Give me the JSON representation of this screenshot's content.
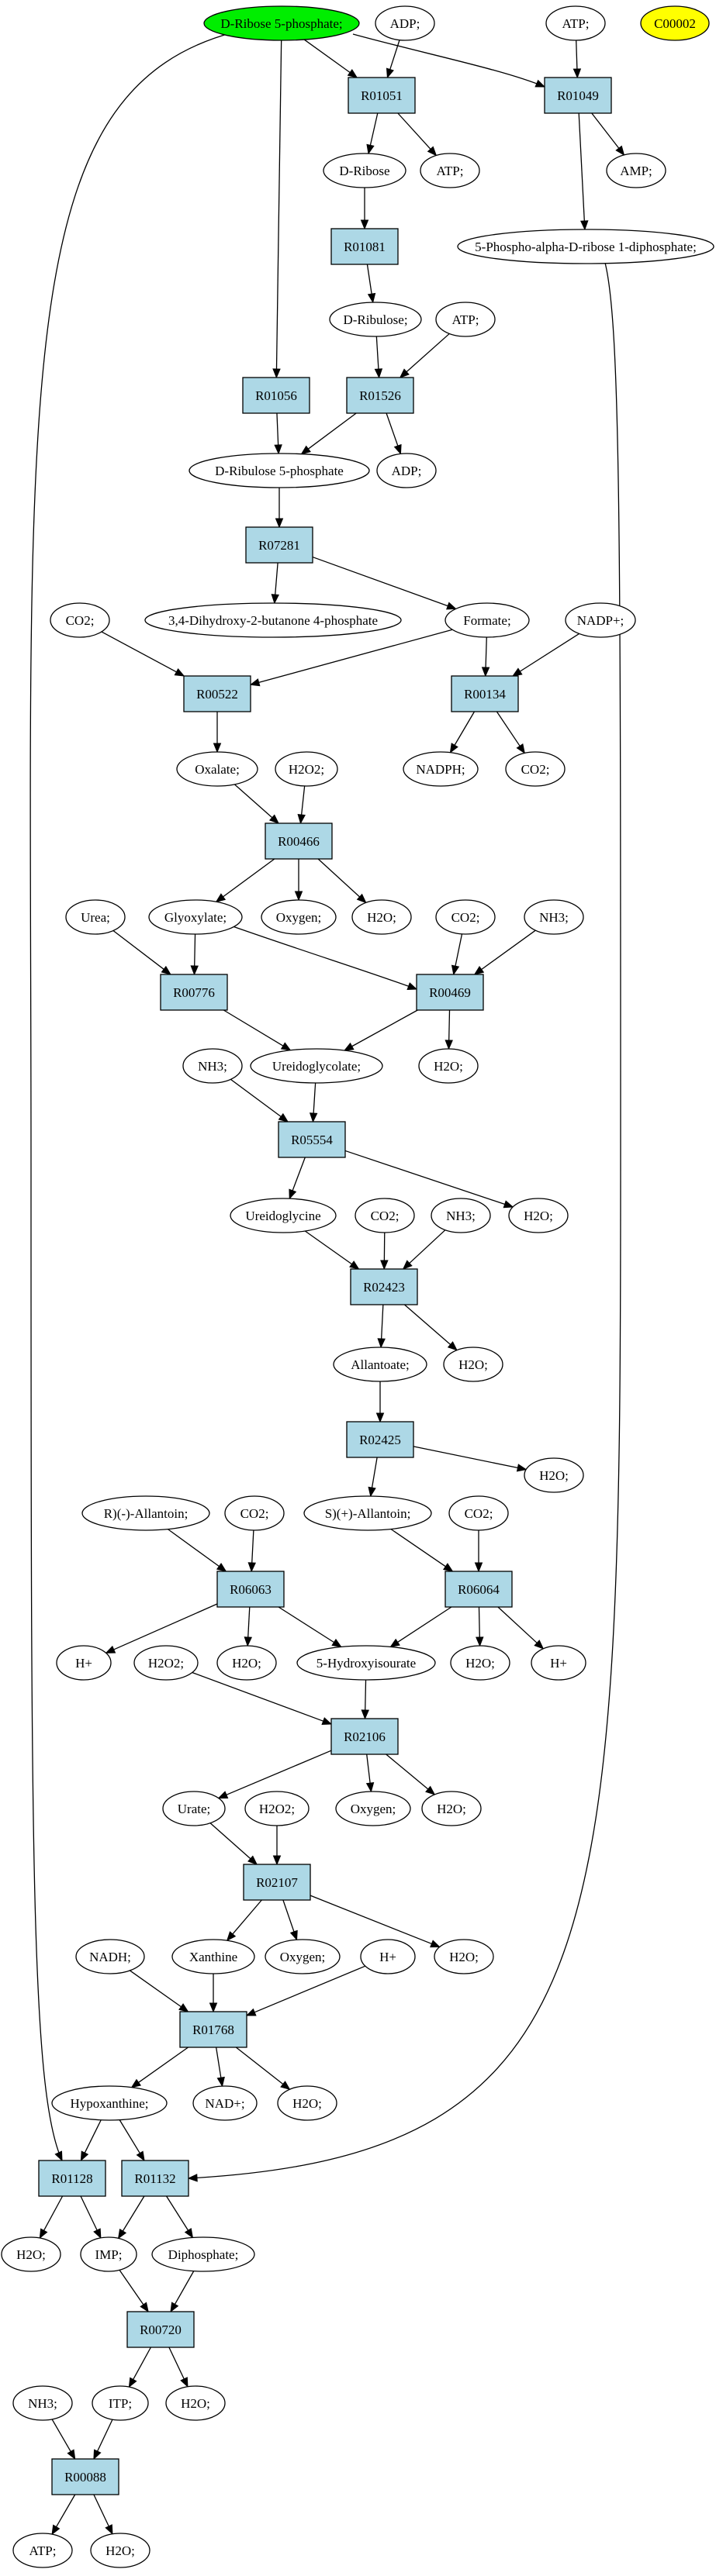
{
  "colors": {
    "reaction_fill": "#ADD8E6",
    "compound_fill": "#FFFFFF",
    "highlight_green": "#00EE00",
    "highlight_yellow": "#FFFF00",
    "edge": "#000000"
  },
  "nodes": [
    {
      "id": "c_ribose5p",
      "kind": "compound",
      "label": "D-Ribose 5-phosphate;",
      "fill": "green"
    },
    {
      "id": "c_adp1",
      "kind": "compound",
      "label": "ADP;"
    },
    {
      "id": "c_atp_top",
      "kind": "compound",
      "label": "ATP;"
    },
    {
      "id": "c_c00002",
      "kind": "compound",
      "label": "C00002",
      "fill": "yellow"
    },
    {
      "id": "r_R01051",
      "kind": "reaction",
      "label": "R01051"
    },
    {
      "id": "r_R01049",
      "kind": "reaction",
      "label": "R01049"
    },
    {
      "id": "c_dribose",
      "kind": "compound",
      "label": "D-Ribose"
    },
    {
      "id": "c_atp2",
      "kind": "compound",
      "label": "ATP;"
    },
    {
      "id": "c_amp",
      "kind": "compound",
      "label": "AMP;"
    },
    {
      "id": "r_R01081",
      "kind": "reaction",
      "label": "R01081"
    },
    {
      "id": "c_prpp",
      "kind": "compound",
      "label": "5-Phospho-alpha-D-ribose 1-diphosphate;"
    },
    {
      "id": "c_dribulose",
      "kind": "compound",
      "label": "D-Ribulose;"
    },
    {
      "id": "c_atp3",
      "kind": "compound",
      "label": "ATP;"
    },
    {
      "id": "r_R01056",
      "kind": "reaction",
      "label": "R01056"
    },
    {
      "id": "r_R01526",
      "kind": "reaction",
      "label": "R01526"
    },
    {
      "id": "c_ribulose5p",
      "kind": "compound",
      "label": "D-Ribulose 5-phosphate"
    },
    {
      "id": "c_adp2",
      "kind": "compound",
      "label": "ADP;"
    },
    {
      "id": "r_R07281",
      "kind": "reaction",
      "label": "R07281"
    },
    {
      "id": "c_co2_1",
      "kind": "compound",
      "label": "CO2;"
    },
    {
      "id": "c_dhbp",
      "kind": "compound",
      "label": "3,4-Dihydroxy-2-butanone 4-phosphate"
    },
    {
      "id": "c_formate",
      "kind": "compound",
      "label": "Formate;"
    },
    {
      "id": "c_nadp",
      "kind": "compound",
      "label": "NADP+;"
    },
    {
      "id": "r_R00522",
      "kind": "reaction",
      "label": "R00522"
    },
    {
      "id": "r_R00134",
      "kind": "reaction",
      "label": "R00134"
    },
    {
      "id": "c_oxalate",
      "kind": "compound",
      "label": "Oxalate;"
    },
    {
      "id": "c_h2o2_1",
      "kind": "compound",
      "label": "H2O2;"
    },
    {
      "id": "c_nadph",
      "kind": "compound",
      "label": "NADPH;"
    },
    {
      "id": "c_co2_2",
      "kind": "compound",
      "label": "CO2;"
    },
    {
      "id": "r_R00466",
      "kind": "reaction",
      "label": "R00466"
    },
    {
      "id": "c_urea",
      "kind": "compound",
      "label": "Urea;"
    },
    {
      "id": "c_glyoxylate",
      "kind": "compound",
      "label": "Glyoxylate;"
    },
    {
      "id": "c_oxygen1",
      "kind": "compound",
      "label": "Oxygen;"
    },
    {
      "id": "c_h2o_1",
      "kind": "compound",
      "label": "H2O;"
    },
    {
      "id": "c_co2_3",
      "kind": "compound",
      "label": "CO2;"
    },
    {
      "id": "c_nh3_1",
      "kind": "compound",
      "label": "NH3;"
    },
    {
      "id": "r_R00776",
      "kind": "reaction",
      "label": "R00776"
    },
    {
      "id": "r_R00469",
      "kind": "reaction",
      "label": "R00469"
    },
    {
      "id": "c_nh3_2",
      "kind": "compound",
      "label": "NH3;"
    },
    {
      "id": "c_ureidoglycolate",
      "kind": "compound",
      "label": "Ureidoglycolate;"
    },
    {
      "id": "c_h2o_2",
      "kind": "compound",
      "label": "H2O;"
    },
    {
      "id": "r_R05554",
      "kind": "reaction",
      "label": "R05554"
    },
    {
      "id": "c_ureidoglycine",
      "kind": "compound",
      "label": "Ureidoglycine"
    },
    {
      "id": "c_co2_4",
      "kind": "compound",
      "label": "CO2;"
    },
    {
      "id": "c_nh3_3",
      "kind": "compound",
      "label": "NH3;"
    },
    {
      "id": "c_h2o_3",
      "kind": "compound",
      "label": "H2O;"
    },
    {
      "id": "r_R02423",
      "kind": "reaction",
      "label": "R02423"
    },
    {
      "id": "c_allantoate",
      "kind": "compound",
      "label": "Allantoate;"
    },
    {
      "id": "c_h2o_4",
      "kind": "compound",
      "label": "H2O;"
    },
    {
      "id": "r_R02425",
      "kind": "reaction",
      "label": "R02425"
    },
    {
      "id": "c_r_allantoin",
      "kind": "compound",
      "label": "R)(-)-Allantoin;"
    },
    {
      "id": "c_co2_5",
      "kind": "compound",
      "label": "CO2;"
    },
    {
      "id": "c_s_allantoin",
      "kind": "compound",
      "label": "S)(+)-Allantoin;"
    },
    {
      "id": "c_co2_6",
      "kind": "compound",
      "label": "CO2;"
    },
    {
      "id": "c_h2o_5",
      "kind": "compound",
      "label": "H2O;"
    },
    {
      "id": "r_R06063",
      "kind": "reaction",
      "label": "R06063"
    },
    {
      "id": "r_R06064",
      "kind": "reaction",
      "label": "R06064"
    },
    {
      "id": "c_h_1",
      "kind": "compound",
      "label": "H+"
    },
    {
      "id": "c_h2o2_2",
      "kind": "compound",
      "label": "H2O2;"
    },
    {
      "id": "c_h2o_6",
      "kind": "compound",
      "label": "H2O;"
    },
    {
      "id": "c_hydroxyisourate",
      "kind": "compound",
      "label": "5-Hydroxyisourate"
    },
    {
      "id": "c_h2o_7",
      "kind": "compound",
      "label": "H2O;"
    },
    {
      "id": "c_h_2",
      "kind": "compound",
      "label": "H+"
    },
    {
      "id": "r_R02106",
      "kind": "reaction",
      "label": "R02106"
    },
    {
      "id": "c_urate",
      "kind": "compound",
      "label": "Urate;"
    },
    {
      "id": "c_h2o2_3",
      "kind": "compound",
      "label": "H2O2;"
    },
    {
      "id": "c_oxygen2",
      "kind": "compound",
      "label": "Oxygen;"
    },
    {
      "id": "c_h2o_8",
      "kind": "compound",
      "label": "H2O;"
    },
    {
      "id": "r_R02107",
      "kind": "reaction",
      "label": "R02107"
    },
    {
      "id": "c_nadh",
      "kind": "compound",
      "label": "NADH;"
    },
    {
      "id": "c_xanthine",
      "kind": "compound",
      "label": "Xanthine"
    },
    {
      "id": "c_oxygen3",
      "kind": "compound",
      "label": "Oxygen;"
    },
    {
      "id": "c_h_3",
      "kind": "compound",
      "label": "H+"
    },
    {
      "id": "c_h2o_9",
      "kind": "compound",
      "label": "H2O;"
    },
    {
      "id": "r_R01768",
      "kind": "reaction",
      "label": "R01768"
    },
    {
      "id": "c_hypoxanthine",
      "kind": "compound",
      "label": "Hypoxanthine;"
    },
    {
      "id": "c_nad",
      "kind": "compound",
      "label": "NAD+;"
    },
    {
      "id": "c_h2o_10",
      "kind": "compound",
      "label": "H2O;"
    },
    {
      "id": "r_R01128",
      "kind": "reaction",
      "label": "R01128"
    },
    {
      "id": "r_R01132",
      "kind": "reaction",
      "label": "R01132"
    },
    {
      "id": "c_h2o_11",
      "kind": "compound",
      "label": "H2O;"
    },
    {
      "id": "c_imp",
      "kind": "compound",
      "label": "IMP;"
    },
    {
      "id": "c_diphosphate",
      "kind": "compound",
      "label": "Diphosphate;"
    },
    {
      "id": "r_R00720",
      "kind": "reaction",
      "label": "R00720"
    },
    {
      "id": "c_nh3_4",
      "kind": "compound",
      "label": "NH3;"
    },
    {
      "id": "c_itp",
      "kind": "compound",
      "label": "ITP;"
    },
    {
      "id": "c_h2o_12",
      "kind": "compound",
      "label": "H2O;"
    },
    {
      "id": "r_R00088",
      "kind": "reaction",
      "label": "R00088"
    },
    {
      "id": "c_atp4",
      "kind": "compound",
      "label": "ATP;"
    },
    {
      "id": "c_h2o_13",
      "kind": "compound",
      "label": "H2O;"
    }
  ],
  "edges": [
    [
      "c_ribose5p",
      "r_R01051"
    ],
    [
      "c_ribose5p",
      "r_R01049"
    ],
    [
      "c_ribose5p",
      "r_R01056"
    ],
    [
      "c_ribose5p",
      "r_R01128"
    ],
    [
      "c_adp1",
      "r_R01051"
    ],
    [
      "c_atp_top",
      "r_R01049"
    ],
    [
      "r_R01051",
      "c_dribose"
    ],
    [
      "r_R01051",
      "c_atp2"
    ],
    [
      "r_R01049",
      "c_amp"
    ],
    [
      "r_R01049",
      "c_prpp"
    ],
    [
      "c_dribose",
      "r_R01081"
    ],
    [
      "r_R01081",
      "c_dribulose"
    ],
    [
      "c_dribulose",
      "r_R01526"
    ],
    [
      "c_atp3",
      "r_R01526"
    ],
    [
      "r_R01056",
      "c_ribulose5p"
    ],
    [
      "r_R01526",
      "c_ribulose5p"
    ],
    [
      "r_R01526",
      "c_adp2"
    ],
    [
      "c_ribulose5p",
      "r_R07281"
    ],
    [
      "r_R07281",
      "c_dhbp"
    ],
    [
      "r_R07281",
      "c_formate"
    ],
    [
      "c_co2_1",
      "r_R00522"
    ],
    [
      "c_formate",
      "r_R00522"
    ],
    [
      "c_formate",
      "r_R00134"
    ],
    [
      "c_nadp",
      "r_R00134"
    ],
    [
      "r_R00134",
      "c_nadph"
    ],
    [
      "r_R00134",
      "c_co2_2"
    ],
    [
      "r_R00522",
      "c_oxalate"
    ],
    [
      "c_oxalate",
      "r_R00466"
    ],
    [
      "c_h2o2_1",
      "r_R00466"
    ],
    [
      "r_R00466",
      "c_glyoxylate"
    ],
    [
      "r_R00466",
      "c_oxygen1"
    ],
    [
      "r_R00466",
      "c_h2o_1"
    ],
    [
      "c_urea",
      "r_R00776"
    ],
    [
      "c_glyoxylate",
      "r_R00776"
    ],
    [
      "c_glyoxylate",
      "r_R00469"
    ],
    [
      "c_co2_3",
      "r_R00469"
    ],
    [
      "c_nh3_1",
      "r_R00469"
    ],
    [
      "r_R00776",
      "c_ureidoglycolate"
    ],
    [
      "r_R00469",
      "c_ureidoglycolate"
    ],
    [
      "r_R00469",
      "c_h2o_2"
    ],
    [
      "c_nh3_2",
      "r_R05554"
    ],
    [
      "c_ureidoglycolate",
      "r_R05554"
    ],
    [
      "r_R05554",
      "c_ureidoglycine"
    ],
    [
      "r_R05554",
      "c_h2o_3"
    ],
    [
      "c_ureidoglycine",
      "r_R02423"
    ],
    [
      "c_co2_4",
      "r_R02423"
    ],
    [
      "c_nh3_3",
      "r_R02423"
    ],
    [
      "r_R02423",
      "c_allantoate"
    ],
    [
      "r_R02423",
      "c_h2o_4"
    ],
    [
      "c_allantoate",
      "r_R02425"
    ],
    [
      "r_R02425",
      "c_s_allantoin"
    ],
    [
      "r_R02425",
      "c_h2o_5"
    ],
    [
      "c_r_allantoin",
      "r_R06063"
    ],
    [
      "c_co2_5",
      "r_R06063"
    ],
    [
      "c_s_allantoin",
      "r_R06064"
    ],
    [
      "c_co2_6",
      "r_R06064"
    ],
    [
      "r_R06063",
      "c_h_1"
    ],
    [
      "r_R06063",
      "c_h2o_6"
    ],
    [
      "r_R06063",
      "c_hydroxyisourate"
    ],
    [
      "r_R06064",
      "c_hydroxyisourate"
    ],
    [
      "r_R06064",
      "c_h2o_7"
    ],
    [
      "r_R06064",
      "c_h_2"
    ],
    [
      "c_hydroxyisourate",
      "r_R02106"
    ],
    [
      "c_h2o2_2",
      "r_R02106"
    ],
    [
      "r_R02106",
      "c_urate"
    ],
    [
      "r_R02106",
      "c_oxygen2"
    ],
    [
      "r_R02106",
      "c_h2o_8"
    ],
    [
      "c_urate",
      "r_R02107"
    ],
    [
      "c_h2o2_3",
      "r_R02107"
    ],
    [
      "r_R02107",
      "c_xanthine"
    ],
    [
      "r_R02107",
      "c_oxygen3"
    ],
    [
      "r_R02107",
      "c_h2o_9"
    ],
    [
      "c_nadh",
      "r_R01768"
    ],
    [
      "c_xanthine",
      "r_R01768"
    ],
    [
      "c_h_3",
      "r_R01768"
    ],
    [
      "r_R01768",
      "c_hypoxanthine"
    ],
    [
      "r_R01768",
      "c_nad"
    ],
    [
      "r_R01768",
      "c_h2o_10"
    ],
    [
      "c_hypoxanthine",
      "r_R01128"
    ],
    [
      "c_hypoxanthine",
      "r_R01132"
    ],
    [
      "c_prpp",
      "r_R01132"
    ],
    [
      "r_R01128",
      "c_h2o_11"
    ],
    [
      "r_R01128",
      "c_imp"
    ],
    [
      "r_R01132",
      "c_imp"
    ],
    [
      "r_R01132",
      "c_diphosphate"
    ],
    [
      "c_imp",
      "r_R00720"
    ],
    [
      "c_diphosphate",
      "r_R00720"
    ],
    [
      "r_R00720",
      "c_itp"
    ],
    [
      "r_R00720",
      "c_h2o_12"
    ],
    [
      "c_nh3_4",
      "r_R00088"
    ],
    [
      "c_itp",
      "r_R00088"
    ],
    [
      "r_R00088",
      "c_atp4"
    ],
    [
      "r_R00088",
      "c_h2o_13"
    ]
  ]
}
